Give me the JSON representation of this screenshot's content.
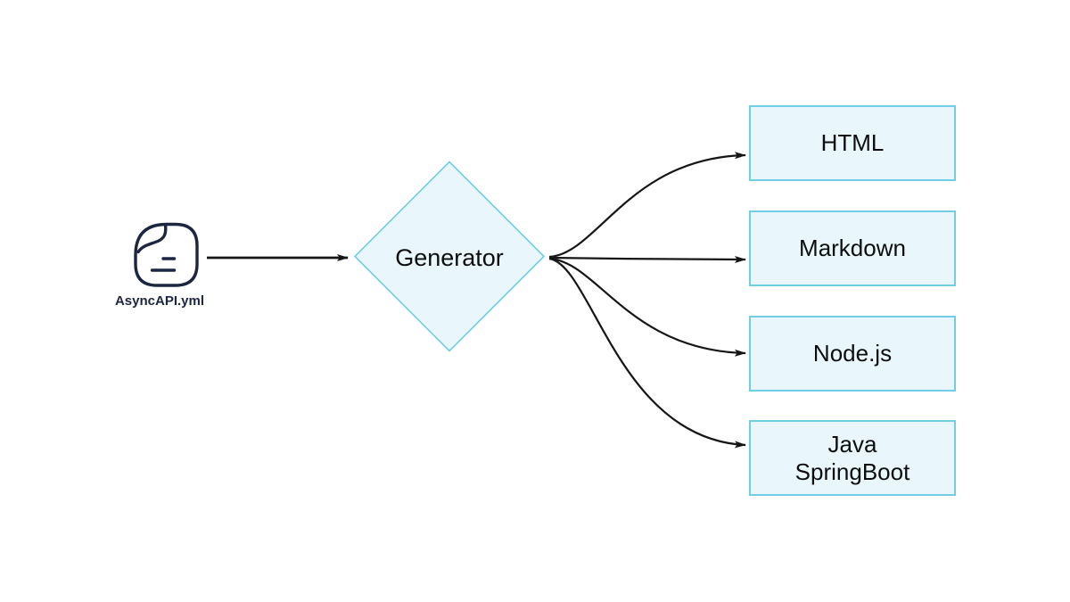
{
  "diagram": {
    "source": {
      "label": "AsyncAPI.yml",
      "icon": "file-icon"
    },
    "generator": {
      "label": "Generator"
    },
    "outputs": [
      {
        "label": "HTML"
      },
      {
        "label": "Markdown"
      },
      {
        "label": "Node.js"
      },
      {
        "label": "Java\nSpringBoot"
      }
    ],
    "colors": {
      "shape_fill": "#E9F7FC",
      "shape_border": "#6FCDE6",
      "arrow": "#161616",
      "icon": "#1C2640",
      "text": "#0D0D0D"
    }
  }
}
